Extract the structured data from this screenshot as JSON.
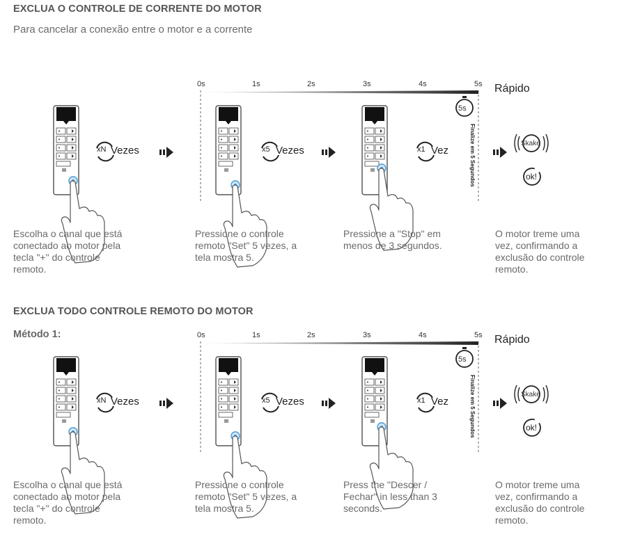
{
  "section1": {
    "title": "EXCLUA O CONTROLE DE CORRENTE DO MOTOR",
    "subtitle": "Para cancelar a conexão entre o motor e a corrente",
    "timeline": {
      "ticks": [
        "0s",
        "1s",
        "2s",
        "3s",
        "4s",
        "5s"
      ],
      "timer_label": "5s",
      "speed_label": "Rápido",
      "vertical_label": "Finalize em 5 Segundos"
    },
    "steps": [
      {
        "multiplier": "xN",
        "word": "Vezes",
        "caption": [
          "Escolha o canal que está",
          "conectado ao motor pela",
          "tecla \"+\" do controle",
          "remoto."
        ]
      },
      {
        "multiplier": "x5",
        "word": "Vezes",
        "caption": [
          "Pressione o controle",
          "remoto \"Set\" 5 vezes, a",
          "tela mostra 5."
        ]
      },
      {
        "multiplier": "x1",
        "word": "Vez",
        "caption": [
          "Pressione a \"Stop\" em",
          "menos de 3 segundos."
        ]
      },
      {
        "shake": "Skake",
        "ok": "ok!",
        "caption": [
          "O motor treme uma",
          "vez, confirmando a",
          "exclusão do controle",
          "remoto."
        ]
      }
    ]
  },
  "section2": {
    "title": "EXCLUA TODO CONTROLE REMOTO DO MOTOR",
    "method": "Método 1:",
    "timeline": {
      "ticks": [
        "0s",
        "1s",
        "2s",
        "3s",
        "4s",
        "5s"
      ],
      "timer_label": "5s",
      "speed_label": "Rápido",
      "vertical_label": "Finalize em 5 Segundos"
    },
    "steps": [
      {
        "multiplier": "xN",
        "word": "Vezes",
        "caption": [
          "Escolha o canal que está",
          "conectado ao motor pela",
          "tecla \"+\" do controle",
          "remoto."
        ]
      },
      {
        "multiplier": "x5",
        "word": "Vezes",
        "caption": [
          "Pressione o controle",
          "remoto \"Set\" 5 vezes, a",
          "tela mostra 5."
        ]
      },
      {
        "multiplier": "x1",
        "word": "Vez",
        "caption": [
          "Press the \"Descer /",
          "Fechar\" in less than 3",
          "seconds."
        ]
      },
      {
        "shake": "Skake",
        "ok": "ok!",
        "caption": [
          "O motor treme uma",
          "vez, confirmando a",
          "exclusão do controle",
          "remoto."
        ]
      }
    ]
  }
}
